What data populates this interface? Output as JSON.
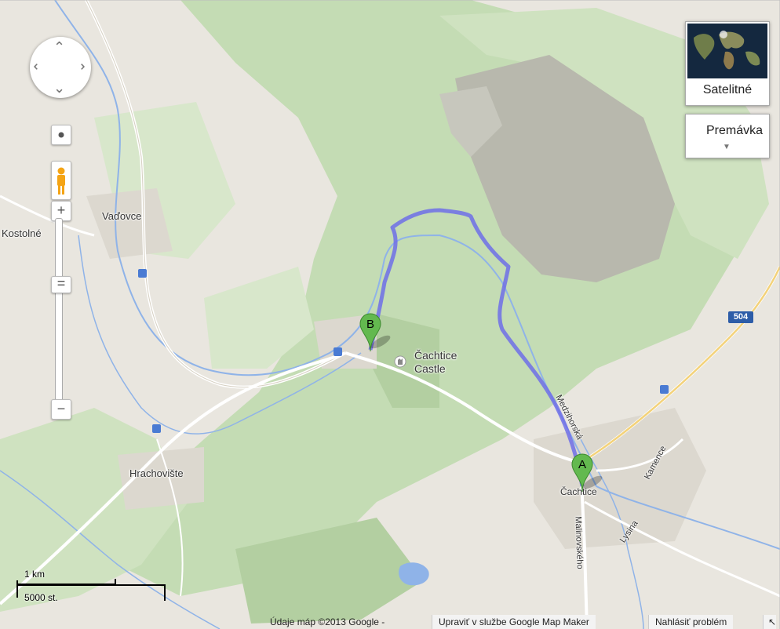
{
  "map": {
    "places": {
      "vadovce": "Vaďovce",
      "kostolne": "Kostolné",
      "castle": "Čachtice Castle",
      "hrachoviste": "Hrachovište",
      "cachtice": "Čachtice",
      "lysina": "Lysina",
      "kamence": "Kamence"
    },
    "roads": {
      "medzihorska": "Medzihorská",
      "malinovskeho": "Malinovského",
      "route_504": "504"
    },
    "markers": {
      "a": "A",
      "b": "B"
    }
  },
  "controls": {
    "map_type_satellite": "Satelitné",
    "traffic": "Premávka"
  },
  "scale": {
    "metric": "1 km",
    "imperial": "5000 st."
  },
  "footer": {
    "map_data": "Údaje máp ©2013 Google -",
    "edit_map_maker": "Upraviť v službe Google Map Maker",
    "report_problem": "Nahlásiť problém"
  },
  "colors": {
    "land": "#e9e6df",
    "forest": "#c4dcb4",
    "forest_dark": "#b3cfa1",
    "hills": "#b8b8ad",
    "water": "#8fb3e8",
    "route": "#6f6ee8",
    "marker": "#63b94f"
  }
}
